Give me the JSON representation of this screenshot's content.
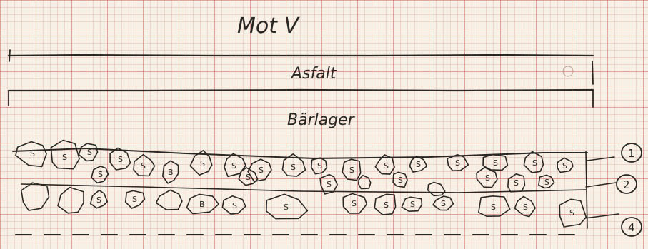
{
  "title": "Mot V",
  "layers": {
    "asphalt_label": "Asfalt",
    "base_label": "Bärlager"
  },
  "markers": [
    "1",
    "2",
    "4"
  ],
  "stone_labels": [
    "S",
    "B"
  ]
}
